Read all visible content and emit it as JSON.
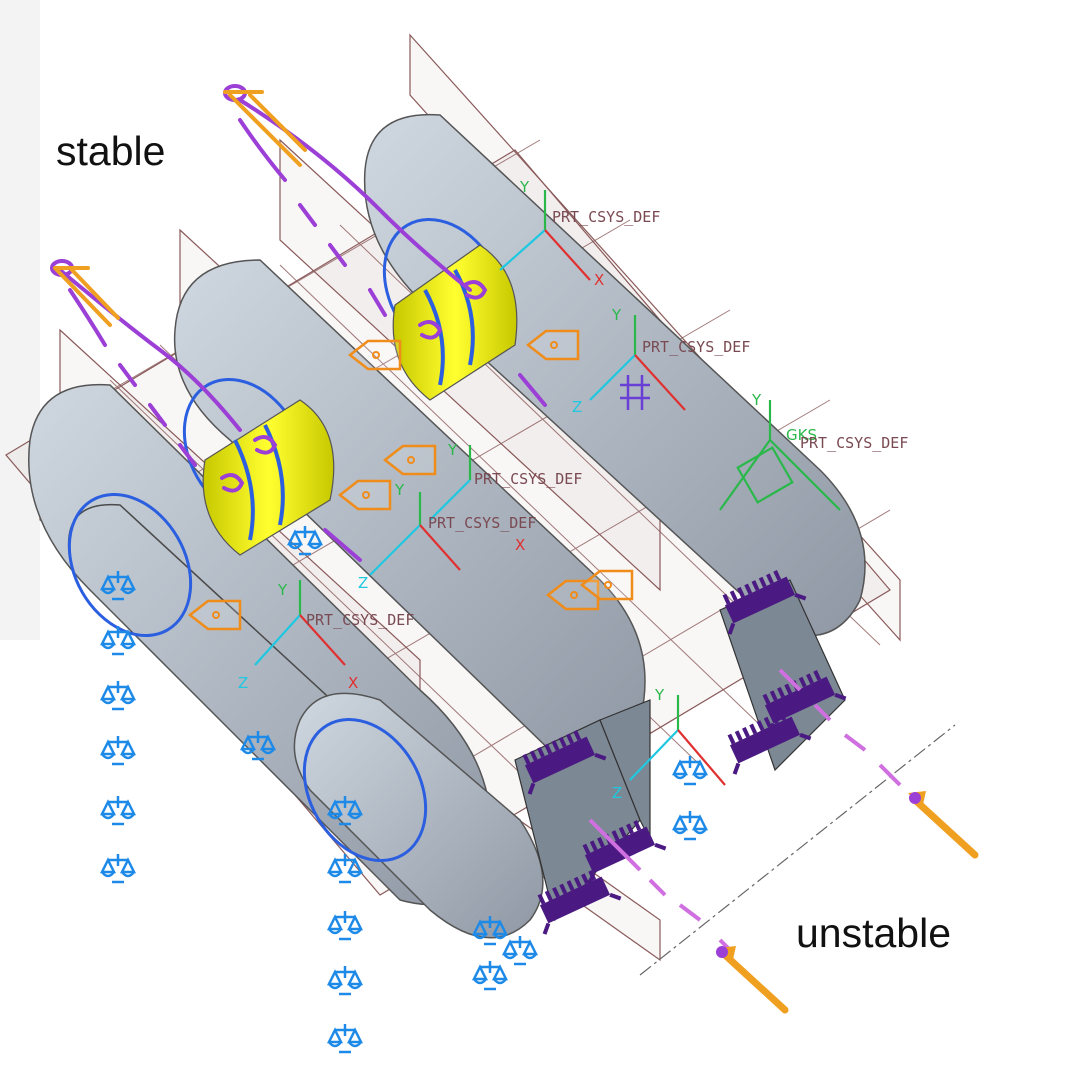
{
  "annotations": {
    "stable": "stable",
    "unstable": "unstable"
  },
  "csys_label": "PRT_CSYS_DEF",
  "gks_label": "GKS",
  "axis_labels": {
    "x": "X",
    "y": "Y",
    "z": "Z"
  },
  "icons": {
    "constraint": "balance-scale-icon",
    "load": "arrow-icon",
    "tag": "tag-icon"
  },
  "colors": {
    "part_body": "#b8c2ce",
    "highlight_pin": "#f0f000",
    "mesh_lines": "#8a5a5a",
    "constraint_blue": "#1e8ae8",
    "annotation_purple": "#9b3fd6",
    "load_arrow": "#e9a21c",
    "tag_orange": "#f08c1a",
    "fixture_purple": "#4a1a82",
    "axis_cyan": "#1ec8e0",
    "axis_green": "#2ab84a",
    "axis_red": "#e03030"
  }
}
